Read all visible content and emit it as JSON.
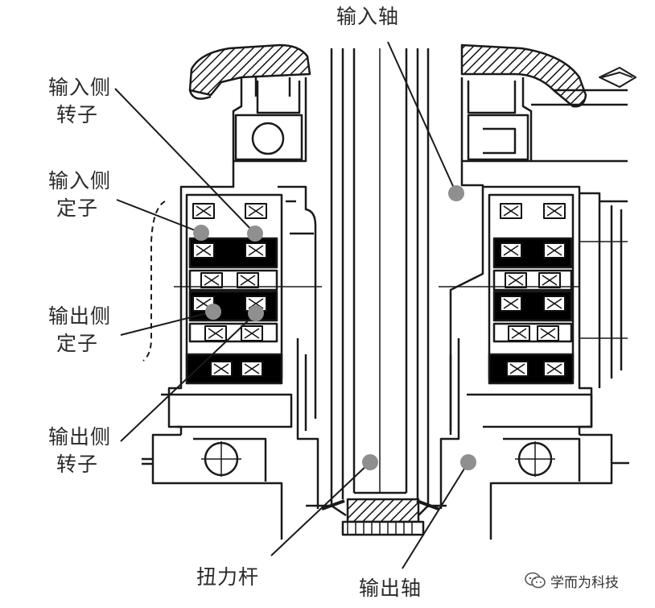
{
  "labels": {
    "input_shaft": "输入轴",
    "input_rotor_1": "输入侧",
    "input_rotor_2": "转子",
    "input_stator_1": "输入侧",
    "input_stator_2": "定子",
    "output_stator_1": "输出侧",
    "output_stator_2": "定子",
    "output_rotor_1": "输出侧",
    "output_rotor_2": "转子",
    "torsion_bar": "扭力杆",
    "output_shaft": "输出轴"
  },
  "watermark": {
    "text": "学而为科技",
    "icon": "wechat-icon"
  },
  "colors": {
    "line": "#1a1a1a",
    "dot": "#8f8f8f",
    "fill": "#000000"
  }
}
